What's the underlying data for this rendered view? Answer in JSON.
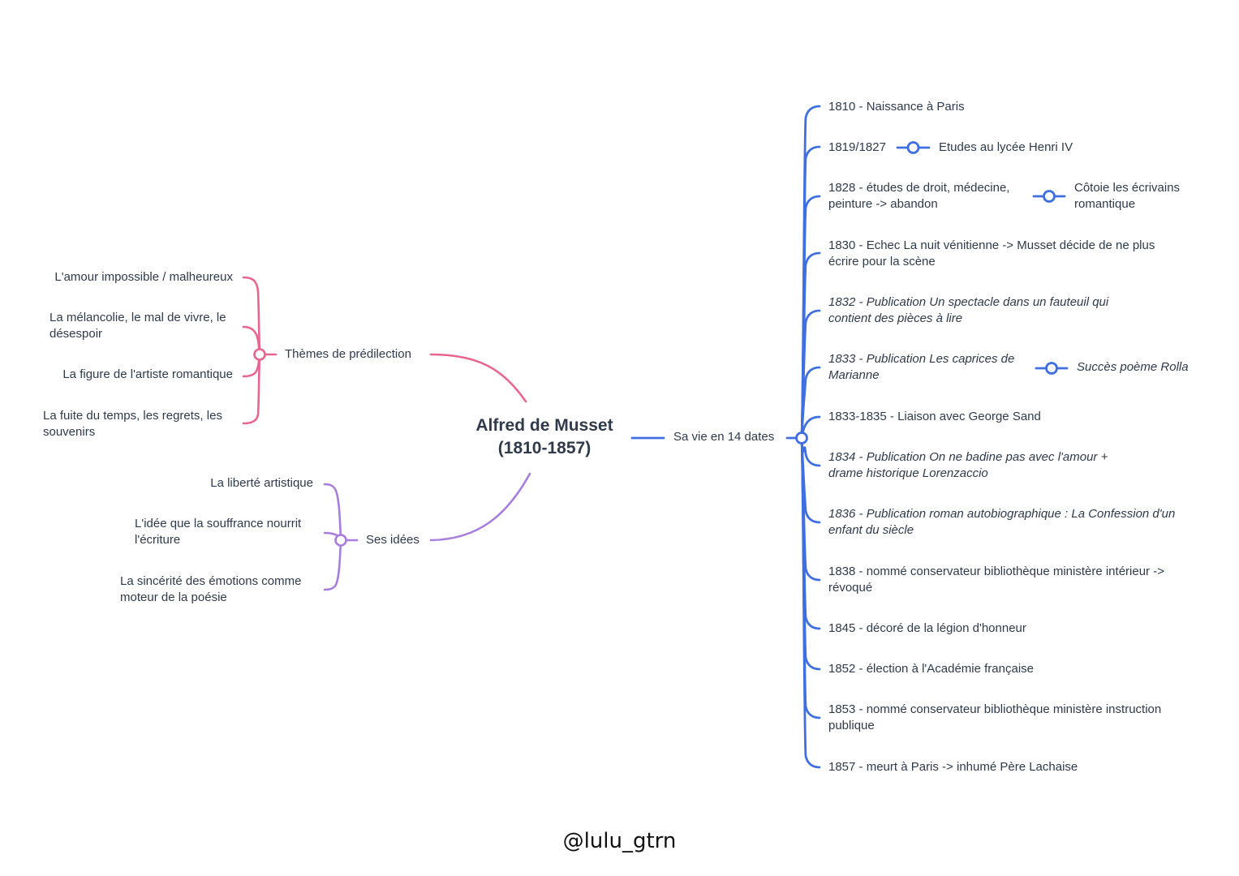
{
  "colors": {
    "pink": "#e8668e",
    "purple": "#a77ee0",
    "blue": "#3f6fe0"
  },
  "center": {
    "name": "Alfred de Musset",
    "dates": "(1810-1857)"
  },
  "themes": {
    "label": "Thèmes de prédilection",
    "items": [
      "L'amour impossible / malheureux",
      "La mélancolie, le mal de vivre, le désespoir",
      "La figure de l'artiste romantique",
      "La fuite du temps, les regrets, les souvenirs"
    ]
  },
  "ideas": {
    "label": "Ses idées",
    "items": [
      "La liberté artistique",
      "L'idée que la souffrance nourrit l'écriture",
      "La sincérité des émotions comme moteur de la poésie"
    ]
  },
  "life": {
    "label": "Sa vie en 14 dates",
    "items": [
      {
        "text": "1810 - Naissance à Paris"
      },
      {
        "text": "1819/1827",
        "child": "Etudes au lycée Henri IV"
      },
      {
        "text": "1828 - études de droit, médecine, peinture -> abandon",
        "child": "Côtoie les écrivains romantique"
      },
      {
        "text": "1830 - Echec La nuit vénitienne -> Musset décide de ne plus écrire pour la scène"
      },
      {
        "text": "1832 - Publication Un spectacle dans un fauteuil qui contient des pièces à lire"
      },
      {
        "text": "1833 - Publication Les caprices de Marianne",
        "child": "Succès poème Rolla"
      },
      {
        "text": "1833-1835 - Liaison avec George Sand"
      },
      {
        "text": "1834 - Publication On ne badine pas avec l'amour + drame historique Lorenzaccio"
      },
      {
        "text": "1836 - Publication roman autobiographique : La Confession d'un enfant du siècle"
      },
      {
        "text": "1838 - nommé conservateur bibliothèque ministère intérieur -> révoqué"
      },
      {
        "text": "1845 - décoré de la légion d'honneur"
      },
      {
        "text": "1852 - élection à l'Académie française"
      },
      {
        "text": "1853 - nommé conservateur bibliothèque ministère instruction publique"
      },
      {
        "text": "1857 - meurt à Paris -> inhumé Père Lachaise"
      }
    ]
  },
  "watermark": "@lulu_gtrn"
}
